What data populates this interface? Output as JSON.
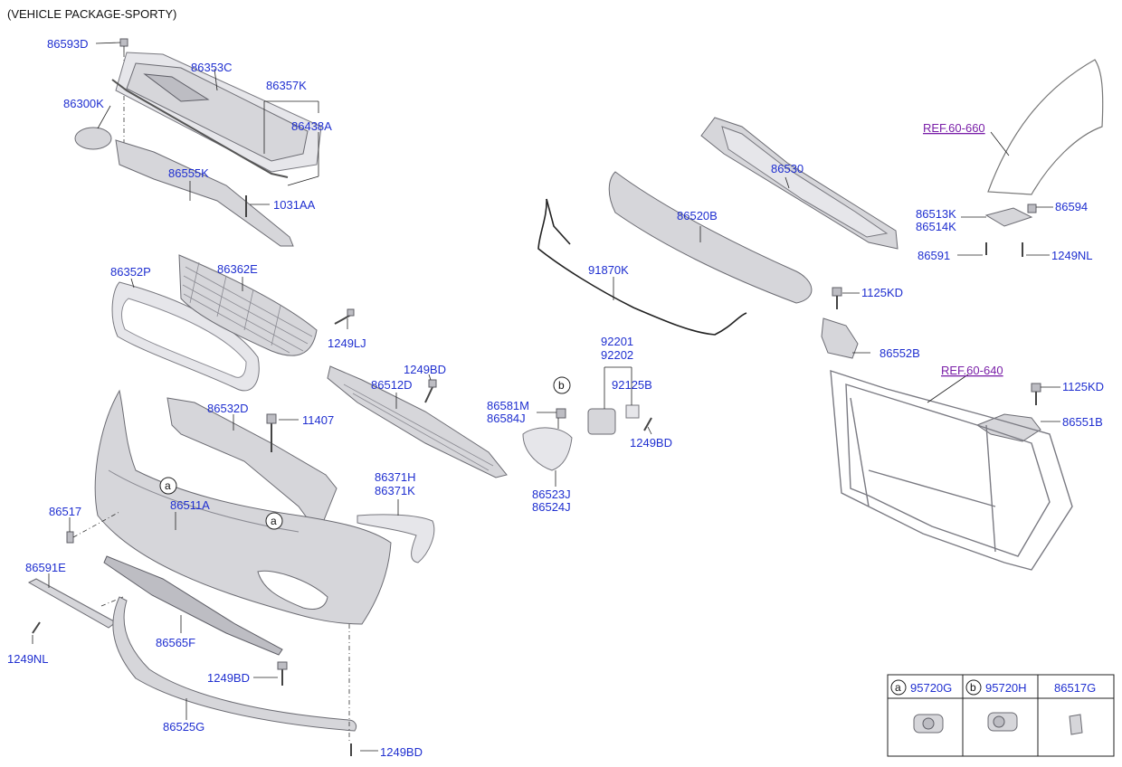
{
  "header": {
    "variant": "(VEHICLE PACKAGE-SPORTY)"
  },
  "refs": {
    "ref_660": "REF.60-660",
    "ref_640": "REF.60-640"
  },
  "callouts": {
    "a": "a",
    "b": "b"
  },
  "parts": {
    "p86593D": "86593D",
    "p86353C": "86353C",
    "p86357K": "86357K",
    "p86438A": "86438A",
    "p86300K": "86300K",
    "p86555K": "86555K",
    "p1031AA": "1031AA",
    "p86352P": "86352P",
    "p86362E": "86362E",
    "p1249LJ": "1249LJ",
    "p86532D": "86532D",
    "p11407": "11407",
    "p86512D": "86512D",
    "p1249BD_a": "1249BD",
    "p86517": "86517",
    "p86511A": "86511A",
    "p86591E": "86591E",
    "p1249NL_a": "1249NL",
    "p86565F": "86565F",
    "p1249BD_b": "1249BD",
    "p86525G": "86525G",
    "p1249BD_c": "1249BD",
    "p86371H": "86371H",
    "p86371K": "86371K",
    "p86581M": "86581M",
    "p86584J": "86584J",
    "p86523J": "86523J",
    "p86524J": "86524J",
    "p92201": "92201",
    "p92202": "92202",
    "p92125B": "92125B",
    "p1249BD_d": "1249BD",
    "p91870K": "91870K",
    "p86520B": "86520B",
    "p86530": "86530",
    "p1125KD_a": "1125KD",
    "p86552B": "86552B",
    "p1125KD_b": "1125KD",
    "p86551B": "86551B",
    "p86513K": "86513K",
    "p86514K": "86514K",
    "p86594": "86594",
    "p86591": "86591",
    "p1249NL_b": "1249NL"
  },
  "legend": {
    "col_a_letter": "a",
    "col_a_part": "95720G",
    "col_b_letter": "b",
    "col_b_part": "95720H",
    "col_c_part": "86517G"
  }
}
